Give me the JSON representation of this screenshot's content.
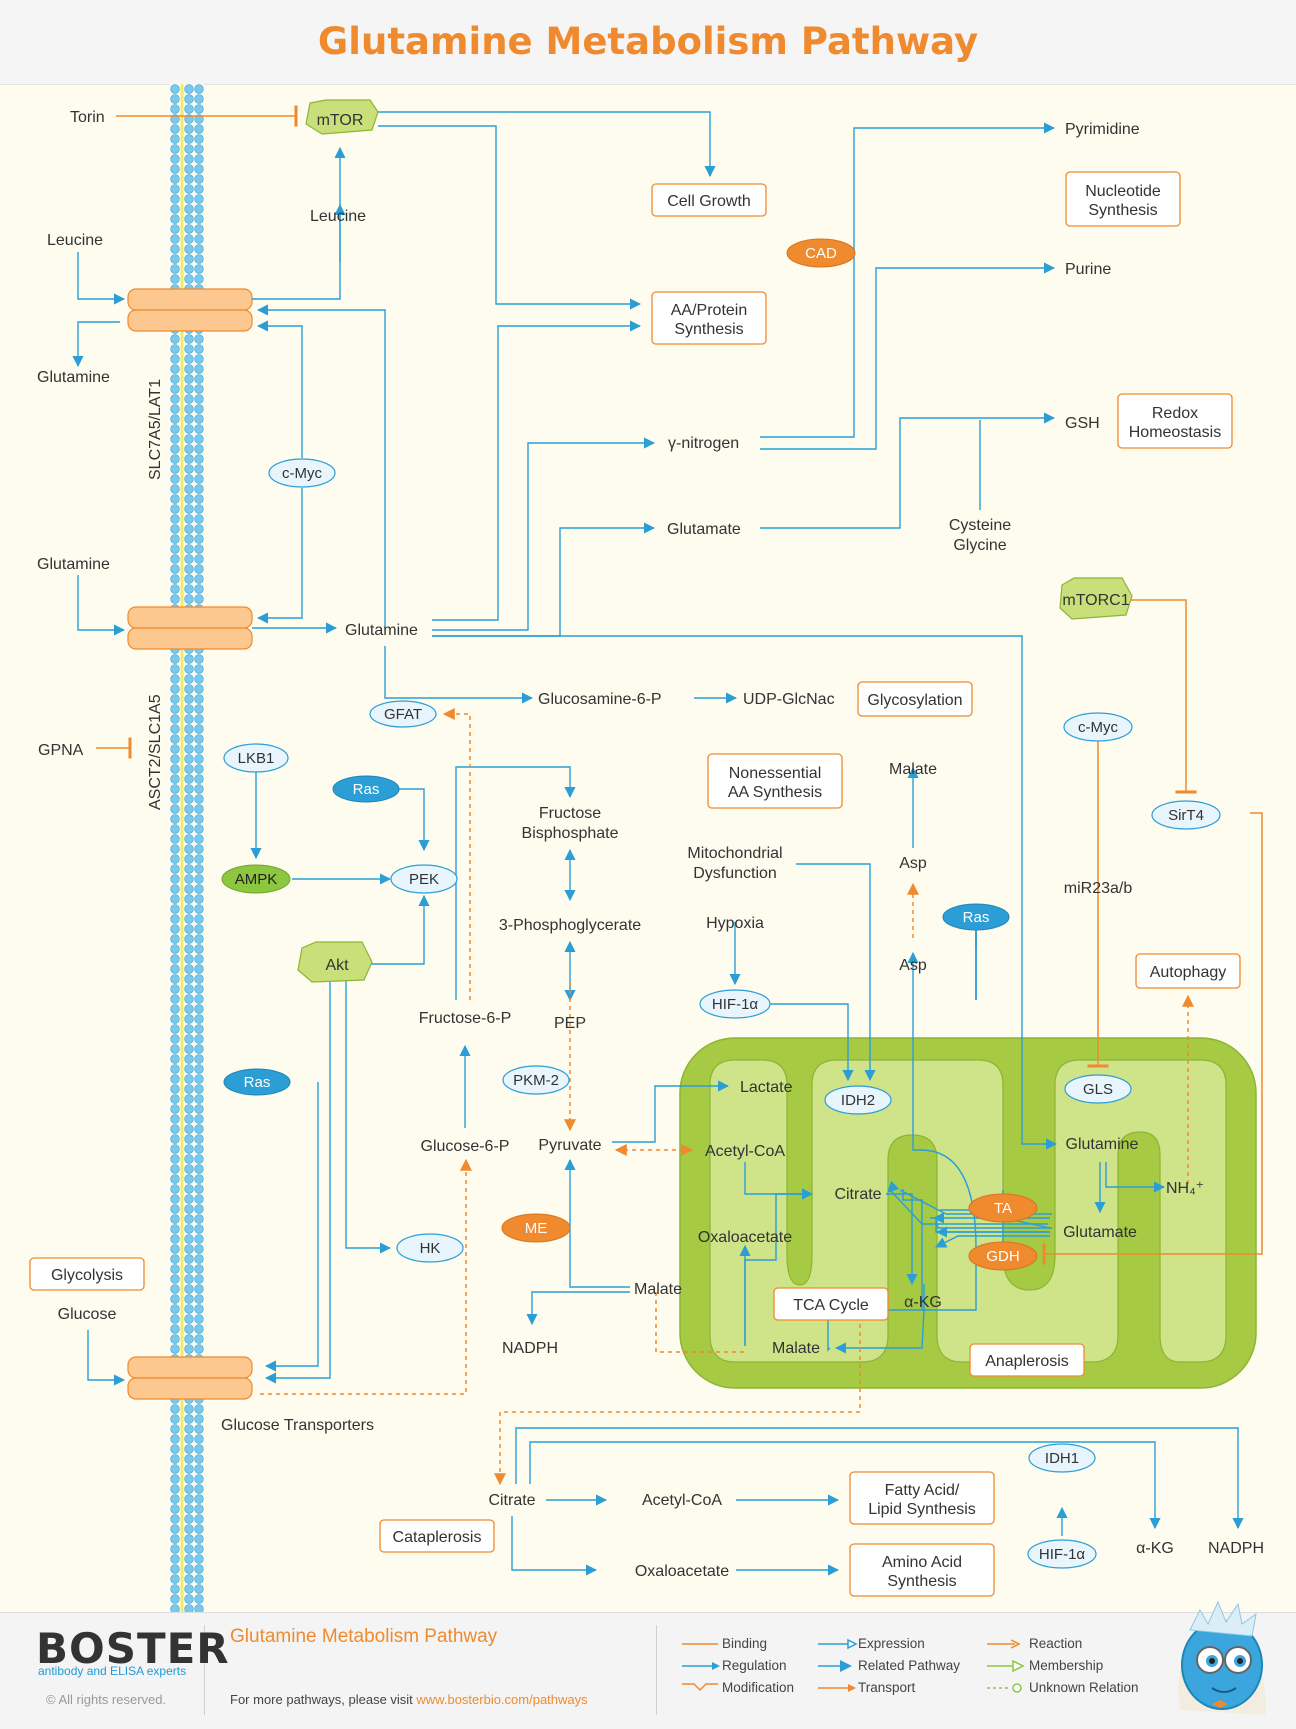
{
  "title": "Glutamine Metabolism Pathway",
  "colors": {
    "orange": "#ef8a2e",
    "blue": "#2b9ed6",
    "green": "#a6ca44",
    "lightgreen": "#c9e07a",
    "paleBlue": "#e8f5fc",
    "membrane": "#7bc8ec"
  },
  "membrane": {
    "lat1": "SLC7A5/LAT1",
    "asct2": "ASCT2/SLC1A5",
    "glucose_transporters": "Glucose Transporters"
  },
  "nodes": {
    "torin": "Torin",
    "mtor": "mTOR",
    "leucine_out": "Leucine",
    "leucine_in": "Leucine",
    "glutamine_out1": "Glutamine",
    "glutamine_out2": "Glutamine",
    "glutamine_in": "Glutamine",
    "cmyc1": "c-Myc",
    "gpna": "GPNA",
    "cell_growth": "Cell Growth",
    "aa_protein": [
      "AA/Protein",
      "Synthesis"
    ],
    "cad": "CAD",
    "pyrimidine": "Pyrimidine",
    "purine": "Purine",
    "nucleotide": [
      "Nucleotide",
      "Synthesis"
    ],
    "gamma_n": "γ-nitrogen",
    "gsh": "GSH",
    "redox": [
      "Redox",
      "Homeostasis"
    ],
    "glutamate_top": "Glutamate",
    "cysteine": [
      "Cysteine",
      "Glycine"
    ],
    "gfat": "GFAT",
    "glucosamine": "Glucosamine-6-P",
    "udp": "UDP-GlcNac",
    "glycosylation": "Glycosylation",
    "mtorc1": "mTORC1",
    "cmyc2": "c-Myc",
    "sirt4": "SirT4",
    "mir23": "miR23a/b",
    "autophagy": "Autophagy",
    "lkb1": "LKB1",
    "ras1": "Ras",
    "ampk": "AMPK",
    "pek": "PEK",
    "akt": "Akt",
    "fbp": [
      "Fructose",
      "Bisphosphate"
    ],
    "pg3": "3-Phosphoglycerate",
    "pep": "PEP",
    "f6p": "Fructose-6-P",
    "pkm2": "PKM-2",
    "g6p": "Glucose-6-P",
    "pyruvate": "Pyruvate",
    "me": "ME",
    "malate_cyto": "Malate",
    "nadph1": "NADPH",
    "ras2": "Ras",
    "hk": "HK",
    "glycolysis": "Glycolysis",
    "glucose": "Glucose",
    "nonessential": [
      "Nonessential",
      "AA Synthesis"
    ],
    "mito_dys": [
      "Mitochondrial",
      "Dysfunction"
    ],
    "hypoxia": "Hypoxia",
    "hif1": "HIF-1α",
    "malate_top": "Malate",
    "asp1": "Asp",
    "asp2": "Asp",
    "ras3": "Ras",
    "lactate": "Lactate",
    "idh2": "IDH2",
    "gls": "GLS",
    "acetylcoa_m": "Acetyl-CoA",
    "citrate_m": "Citrate",
    "oaa_m": "Oxaloacetate",
    "akg_m": "α-KG",
    "malate_m": "Malate",
    "glutamine_m": "Glutamine",
    "glutamate_m": "Glutamate",
    "nh4": "NH₄⁺",
    "ta": "TA",
    "gdh": "GDH",
    "tca": "TCA Cycle",
    "anaplerosis": "Anaplerosis",
    "citrate_c": "Citrate",
    "acetylcoa_c": "Acetyl-CoA",
    "fatty": [
      "Fatty Acid/",
      "Lipid Synthesis"
    ],
    "oaa_c": "Oxaloacetate",
    "amino": [
      "Amino Acid",
      "Synthesis"
    ],
    "cataplerosis": "Cataplerosis",
    "idh1": "IDH1",
    "hif2": "HIF-1α",
    "akg_c": "α-KG",
    "nadph2": "NADPH"
  },
  "footer": {
    "brand": "BOSTER",
    "tagline": "antibody and ELISA experts",
    "copyright": "© All rights reserved.",
    "title": "Glutamine Metabolism Pathway",
    "visit_text": "For more pathways, please visit ",
    "visit_link": "www.bosterbio.com/pathways",
    "legend": [
      "Binding",
      "Regulation",
      "Modification",
      "Expression",
      "Related Pathway",
      "Transport",
      "Reaction",
      "Membership",
      "Unknown Relation"
    ]
  }
}
